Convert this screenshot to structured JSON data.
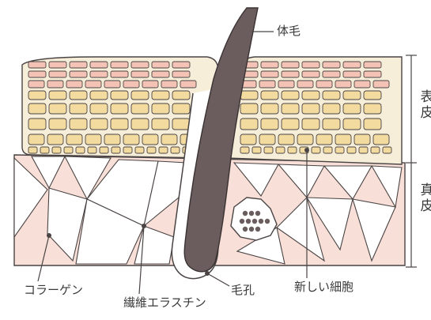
{
  "labels": {
    "body_hair": "体毛",
    "epidermis": [
      "表",
      "皮"
    ],
    "dermis": [
      "真",
      "皮"
    ],
    "collagen": "コラーゲン",
    "elastic_fiber": "繊維エラスチン",
    "hair_follicle": "毛孔",
    "new_cell": "新しい細胞"
  },
  "colors": {
    "outline": "#4a4444",
    "epidermis_fill": "#f7eeda",
    "upper_cell_fill": "#f4c3b6",
    "lower_cell_fill": "#f3dba0",
    "dermis_fill": "#f8dfd8",
    "fiber_fill": "#ffffff",
    "hair_fill": "#6b5d5d"
  }
}
